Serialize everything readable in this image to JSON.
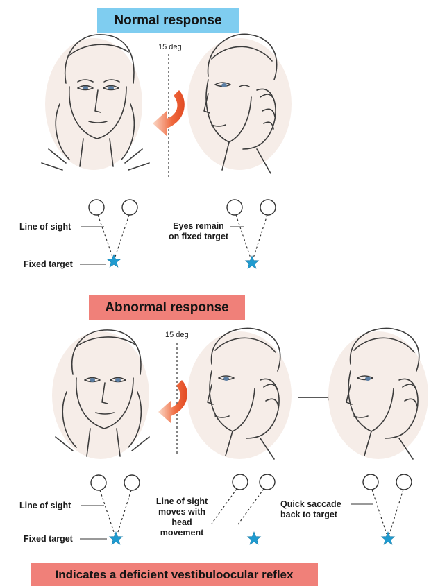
{
  "banners": {
    "normal": "Normal response",
    "abnormal": "Abnormal response",
    "conclusion": "Indicates a deficient vestibuloocular reflex"
  },
  "angle_label": "15 deg",
  "normal": {
    "line_of_sight": "Line of sight",
    "fixed_target": "Fixed target",
    "eyes_remain_1": "Eyes remain",
    "eyes_remain_2": "on fixed target"
  },
  "abnormal": {
    "line_of_sight": "Line of sight",
    "fixed_target": "Fixed target",
    "moves_1": "Line of sight",
    "moves_2": "moves with",
    "moves_3": "head",
    "moves_4": "movement",
    "saccade_1": "Quick saccade",
    "saccade_2": "back to target"
  },
  "colors": {
    "normal_banner": "#7fcdf0",
    "abnormal_banner": "#f08079",
    "rotation_arrow": "#e8502b",
    "target_star": "#1f9bd0"
  },
  "icons": [
    "rotation-arrow-icon",
    "target-star-icon",
    "eye-circle-icon",
    "right-arrow-icon"
  ]
}
